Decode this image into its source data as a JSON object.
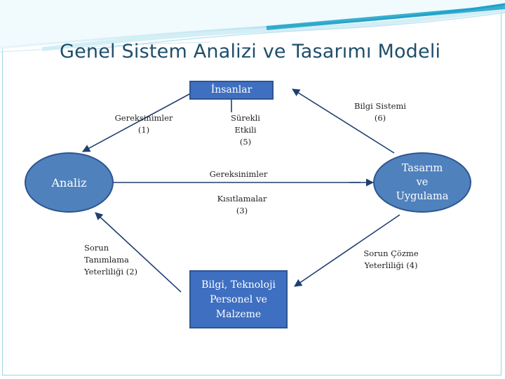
{
  "title": "Genel Sistem Analizi ve Tasarımı Modeli",
  "nodes": {
    "insanlar": "İnsanlar",
    "analiz": "Analiz",
    "tasarim": [
      "Tasarım",
      "ve",
      "Uygulama"
    ],
    "bilgi": [
      "Bilgi, Teknoloji",
      "Personel ve",
      "Malzeme"
    ]
  },
  "labels": {
    "gereksinimler_1": [
      "Gereksinimler",
      "(1)"
    ],
    "surekli_etkili": [
      "Sürekli",
      "Etkili",
      "(5)"
    ],
    "bilgi_sistemi": [
      "Bilgi Sistemi",
      "(6)"
    ],
    "gereksinimler_center": "Gereksinimler",
    "kisitlamalar": [
      "Kısıtlamalar",
      "(3)"
    ],
    "sorun_tanimlama": [
      "Sorun",
      "Tanımlama",
      "Yeterliliği (2)"
    ],
    "sorun_cozme": [
      "Sorun Çözme",
      "Yeterliliği (4)"
    ]
  },
  "colors": {
    "title": "#1f4e6a",
    "box_fill": "#3f6fc0",
    "ellipse_fill": "#4f81bd",
    "arrow": "#1f3f6f",
    "wave_dark": "#1aa0c8",
    "wave_light": "#bfe6f2"
  }
}
